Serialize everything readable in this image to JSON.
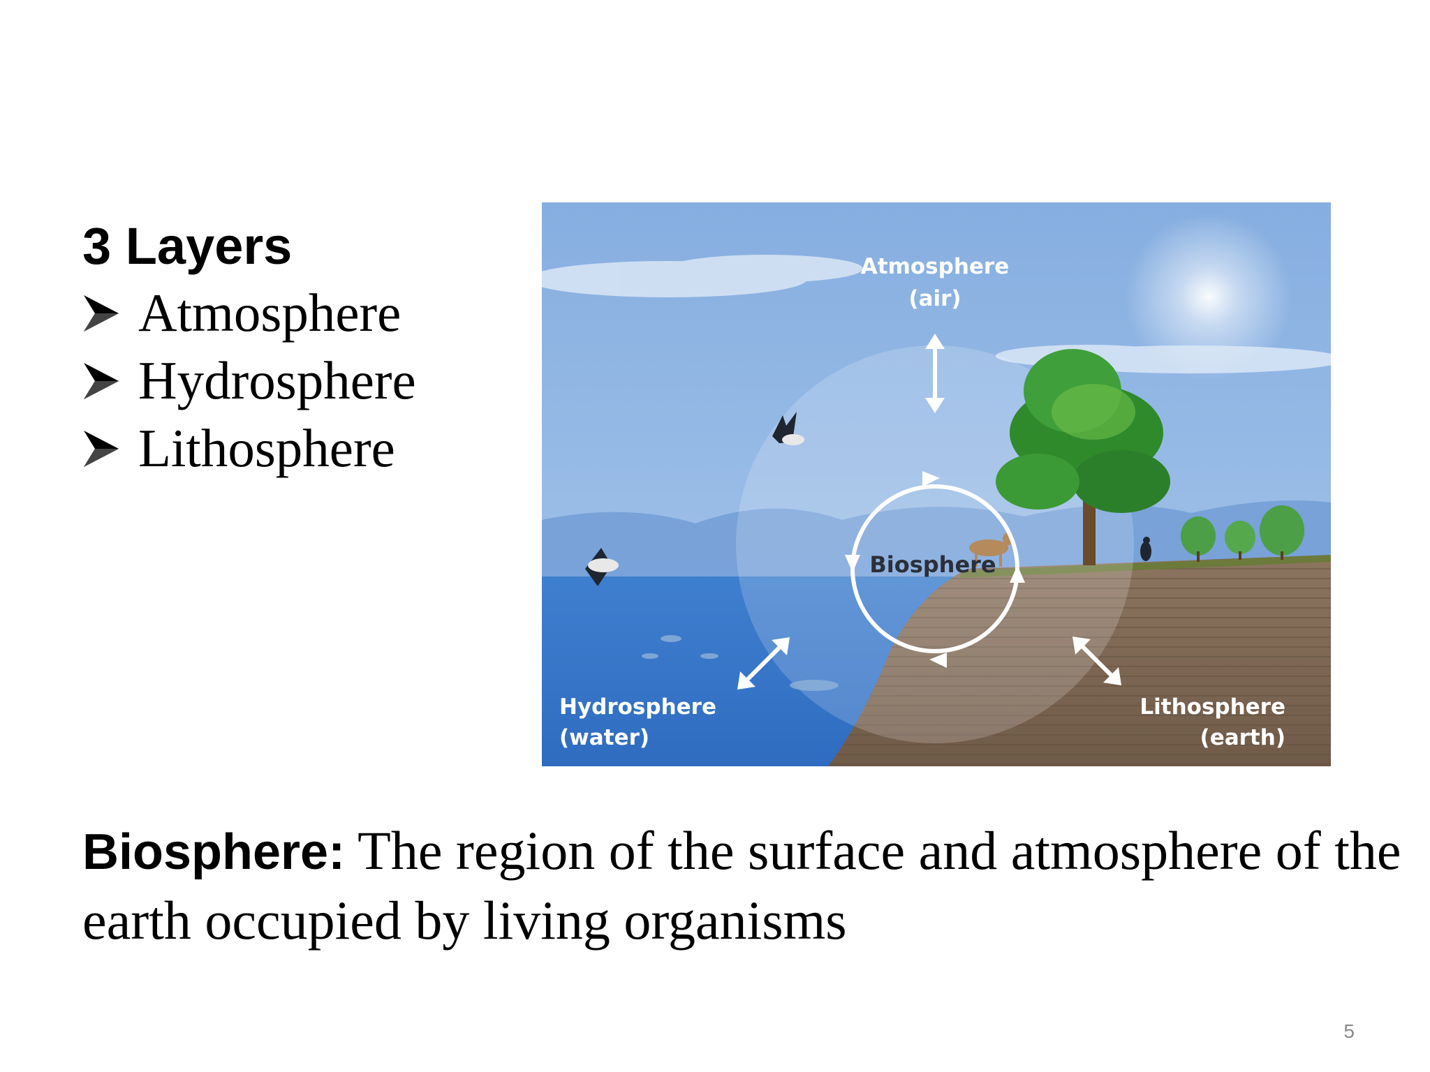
{
  "heading": "3 Layers",
  "layers": [
    {
      "label": "Atmosphere"
    },
    {
      "label": "Hydrosphere"
    },
    {
      "label": "Lithosphere"
    }
  ],
  "diagram": {
    "atmosphere": {
      "line1": "Atmosphere",
      "line2": "(air)"
    },
    "biosphere": {
      "label": "Biosphere"
    },
    "hydrosphere": {
      "line1": "Hydrosphere",
      "line2": "(water)"
    },
    "lithosphere": {
      "line1": "Lithosphere",
      "line2": "(earth)"
    }
  },
  "definition": {
    "term": "Biosphere:",
    "text": " The region of the surface and atmosphere of the earth occupied by living organisms"
  },
  "page_number": "5"
}
